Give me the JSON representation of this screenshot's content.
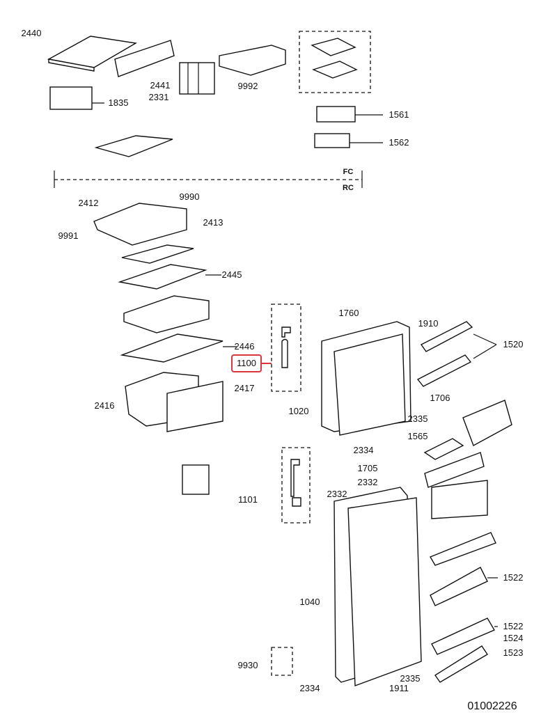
{
  "diagram": {
    "zones": {
      "upper": "FC",
      "lower": "RC"
    },
    "highlight_color": "#d9363e",
    "parts": [
      {
        "id": "2440"
      },
      {
        "id": "2441"
      },
      {
        "id": "9992"
      },
      {
        "id": "2331"
      },
      {
        "id": "1835"
      },
      {
        "id": "1561"
      },
      {
        "id": "1562"
      },
      {
        "id": "9990"
      },
      {
        "id": "2412"
      },
      {
        "id": "2413"
      },
      {
        "id": "9991"
      },
      {
        "id": "2445"
      },
      {
        "id": "1760"
      },
      {
        "id": "1910"
      },
      {
        "id": "1520"
      },
      {
        "id": "2446"
      },
      {
        "id": "1100"
      },
      {
        "id": "2417"
      },
      {
        "id": "1706"
      },
      {
        "id": "2416"
      },
      {
        "id": "1020"
      },
      {
        "id": "2335"
      },
      {
        "id": "1565"
      },
      {
        "id": "2334"
      },
      {
        "id": "1705"
      },
      {
        "id": "2332"
      },
      {
        "id": "2332"
      },
      {
        "id": "1101"
      },
      {
        "id": "1522"
      },
      {
        "id": "1040"
      },
      {
        "id": "1522"
      },
      {
        "id": "1524"
      },
      {
        "id": "1523"
      },
      {
        "id": "9930"
      },
      {
        "id": "2335"
      },
      {
        "id": "2334"
      },
      {
        "id": "1911"
      }
    ],
    "drawing_code": "01002226"
  }
}
